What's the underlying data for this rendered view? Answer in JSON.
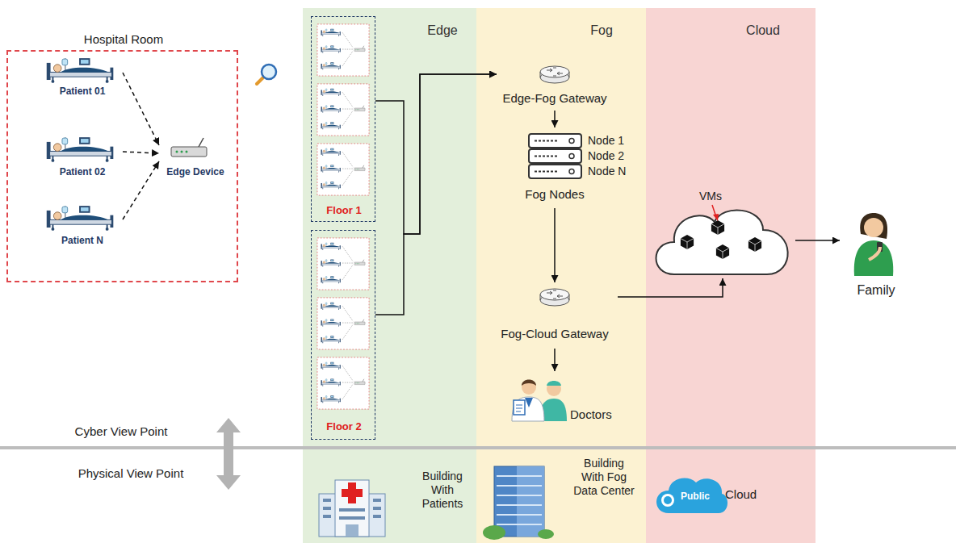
{
  "diagram": {
    "nodes": [
      {
        "text": [
          "Hospital Room"
        ]
      },
      {
        "text": [
          "Patient 01"
        ],
        "in": 0
      },
      {
        "text": [
          "Patient 02"
        ],
        "in": 0
      },
      {
        "text": [
          "Patient N"
        ],
        "in": 0
      },
      {
        "text": [
          "Edge Device"
        ],
        "in": 0
      },
      {
        "text": [
          "Edge"
        ]
      },
      {
        "text": [
          "Floor 1"
        ],
        "in": 5
      },
      {
        "text": [
          "Floor 2"
        ],
        "in": 5
      },
      {
        "text": [
          "Fog"
        ]
      },
      {
        "text": [
          "Edge-Fog Gateway"
        ],
        "in": 8
      },
      {
        "text": [
          "Node 1",
          "Node 2",
          "Node N",
          "Fog Nodes"
        ],
        "in": 8
      },
      {
        "text": [
          "Fog-Cloud Gateway"
        ],
        "in": 8
      },
      {
        "text": [
          "Doctors"
        ],
        "in": 8
      },
      {
        "text": [
          "Cloud"
        ]
      },
      {
        "text": [
          "VMs"
        ],
        "in": 13
      },
      {
        "text": [
          "Family"
        ]
      }
    ],
    "edges": [
      {
        "from": 1,
        "to": 4,
        "arrow": "to"
      },
      {
        "from": 2,
        "to": 4,
        "arrow": "to"
      },
      {
        "from": 3,
        "to": 4,
        "arrow": "to"
      },
      {
        "from": 6,
        "to": 9,
        "arrow": "to"
      },
      {
        "from": 7,
        "to": 9,
        "arrow": "to"
      },
      {
        "from": 9,
        "to": 10,
        "arrow": "to"
      },
      {
        "from": 10,
        "to": 11,
        "arrow": "to"
      },
      {
        "from": 11,
        "to": 12,
        "arrow": "to"
      },
      {
        "from": 11,
        "to": 14,
        "arrow": "to"
      },
      {
        "from": 14,
        "to": 15,
        "arrow": "to"
      }
    ],
    "labels": [
      "Cyber View Point",
      "Physical View Point",
      "Building With Patients",
      "Building With Fog Data Center",
      "Public",
      "Cloud"
    ]
  }
}
